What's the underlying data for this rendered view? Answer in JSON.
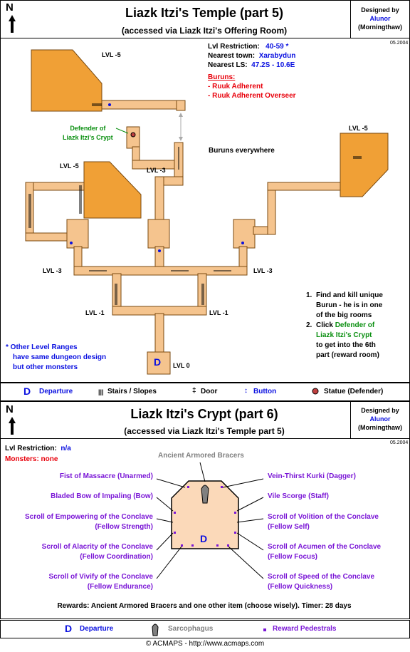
{
  "map1": {
    "title": "Liazk Itzi's Temple (part 5)",
    "subtitle": "(accessed via Liazk Itzi's Offering Room)",
    "designed_by": "Designed by",
    "designer": "Alunor",
    "designer_server": "(Morningthaw)",
    "date": "05.2004",
    "compass": "N",
    "info": {
      "lvl_label": "Lvl Restriction:",
      "lvl_value": "40-59  *",
      "town_label": "Nearest town:",
      "town_value": "Xarabydun",
      "ls_label": "Nearest LS:",
      "ls_value": "47.2S - 10.6E",
      "buruns_label": "Buruns:",
      "buruns": [
        "- Ruuk Adherent",
        "- Ruuk Adherent Overseer"
      ]
    },
    "defender_label": [
      "Defender of",
      "Liazk Itzi's Crypt"
    ],
    "buruns_everywhere": "Buruns everywhere",
    "levels": {
      "top_left": "LVL -5",
      "mid_left": "LVL -5",
      "right": "LVL -5",
      "center_minus3": "LVL -3",
      "left_minus3": "LVL -3",
      "right_minus3": "LVL -3",
      "left_minus1": "LVL -1",
      "right_minus1": "LVL -1",
      "zero": "LVL 0"
    },
    "departure_marker": "D",
    "other_levels": [
      "* Other Level Ranges",
      "have same dungeon design",
      "but other monsters"
    ],
    "steps": {
      "n1": "1.",
      "step1": [
        "Find and kill unique",
        "Burun - he is in one",
        "of the big rooms"
      ],
      "n2": "2.",
      "step2_a": "Click ",
      "step2_link": [
        "Defender of",
        "Liazk Itzi's Crypt"
      ],
      "step2_rest": [
        "to get into the 6th",
        "part (reward room)"
      ]
    },
    "legend": {
      "departure_icon": "D",
      "departure": "Departure",
      "stairs": "Stairs / Slopes",
      "door": "Door",
      "button": "Button",
      "statue": "Statue (Defender)"
    }
  },
  "map2": {
    "title": "Liazk Itzi's Crypt (part 6)",
    "subtitle": "(accessed via Liazk Itzi's Temple part 5)",
    "designed_by": "Designed by",
    "designer": "Alunor",
    "designer_server": "(Morningthaw)",
    "date": "05.2004",
    "compass": "N",
    "lvl_label": "Lvl Restriction:",
    "lvl_value": "n/a",
    "monsters": "Monsters: none",
    "bracers": "Ancient Armored Bracers",
    "departure_marker": "D",
    "left_items": [
      [
        "Fist of Massacre (Unarmed)"
      ],
      [
        "Bladed Bow of Impaling (Bow)"
      ],
      [
        "Scroll of Empowering of the Conclave",
        "(Fellow Strength)"
      ],
      [
        "Scroll of Alacrity of the Conclave",
        "(Fellow Coordination)"
      ],
      [
        "Scroll of Vivify of the Conclave",
        "(Fellow Endurance)"
      ]
    ],
    "right_items": [
      [
        "Vein-Thirst Kurki (Dagger)"
      ],
      [
        "Vile Scorge (Staff)"
      ],
      [
        "Scroll of Volition of the Conclave",
        "(Fellow Self)"
      ],
      [
        "Scroll of Acumen of the Conclave",
        "(Fellow Focus)"
      ],
      [
        "Scroll of Speed of the Conclave",
        "(Fellow Quickness)"
      ]
    ],
    "rewards_note": "Rewards: Ancient Armored Bracers and one other item (choose wisely). Timer: 28 days",
    "legend": {
      "departure_icon": "D",
      "departure": "Departure",
      "sarcophagus": "Sarcophagus",
      "pedestals": "Reward Pedestrals"
    }
  },
  "footer": "© ACMAPS - http://www.acmaps.com",
  "colors": {
    "floor": "#f5c48e",
    "room": "#f0a036",
    "crypt": "#fbd9b9",
    "red": "#e8000b",
    "blue": "#0a10e0",
    "green": "#0a8f10",
    "purple": "#7a16d6"
  }
}
